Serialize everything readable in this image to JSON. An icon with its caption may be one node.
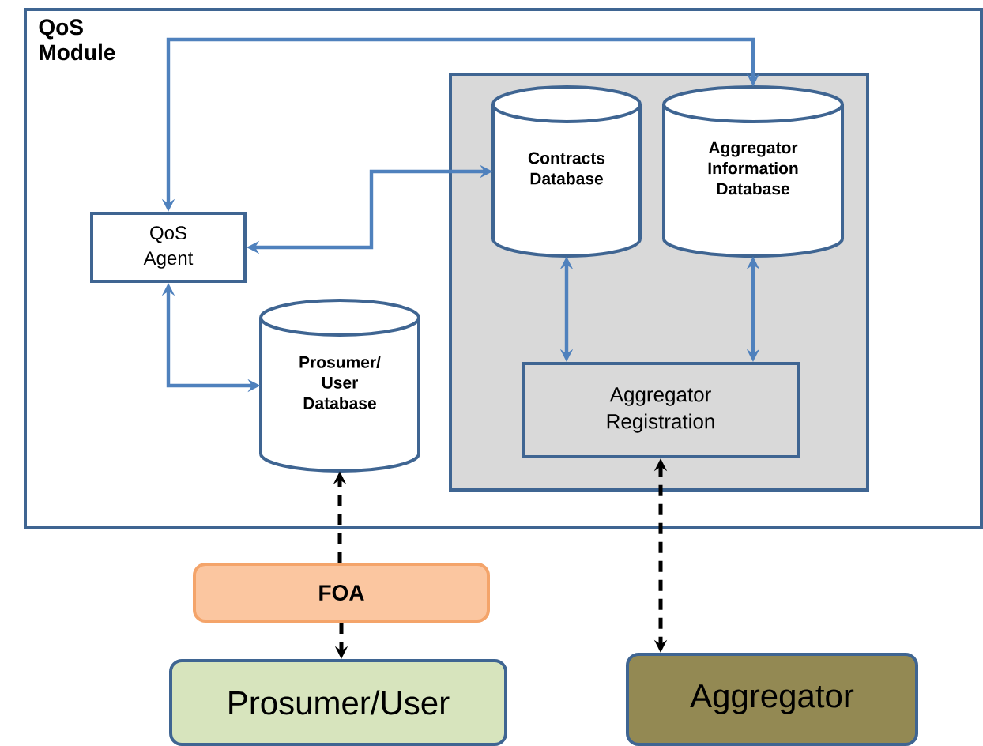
{
  "diagram": {
    "nodes": [
      {
        "text": [
          "QoS Module"
        ]
      },
      {
        "text": [],
        "shape": "box",
        "in": 0
      },
      {
        "text": [
          "Contracts Database"
        ],
        "in": 1
      },
      {
        "text": [
          "Aggregator Information Database"
        ],
        "in": 1
      },
      {
        "text": [
          "Aggregator Registration"
        ],
        "in": 1
      },
      {
        "text": [
          "QoS Agent"
        ],
        "in": 0
      },
      {
        "text": [
          "Prosumer/ User Database"
        ],
        "in": 0
      },
      {
        "text": [
          "FOA"
        ]
      },
      {
        "text": [
          "Prosumer/User"
        ]
      },
      {
        "text": [
          "Aggregator"
        ]
      }
    ],
    "edges": [
      {
        "from": 5,
        "to": 3,
        "arrow": "both"
      },
      {
        "from": 5,
        "to": 2,
        "arrow": "both"
      },
      {
        "from": 5,
        "to": 6,
        "arrow": "both"
      },
      {
        "from": 2,
        "to": 4,
        "arrow": "both"
      },
      {
        "from": 3,
        "to": 4,
        "arrow": "both"
      },
      {
        "from": 7,
        "to": 6,
        "arrow": "to",
        "style": "dashed",
        "color": "#000000"
      },
      {
        "from": 7,
        "to": 8,
        "arrow": "to",
        "style": "dashed",
        "color": "#000000"
      },
      {
        "from": 4,
        "to": 9,
        "arrow": "both",
        "style": "dashed",
        "color": "#000000"
      }
    ]
  }
}
